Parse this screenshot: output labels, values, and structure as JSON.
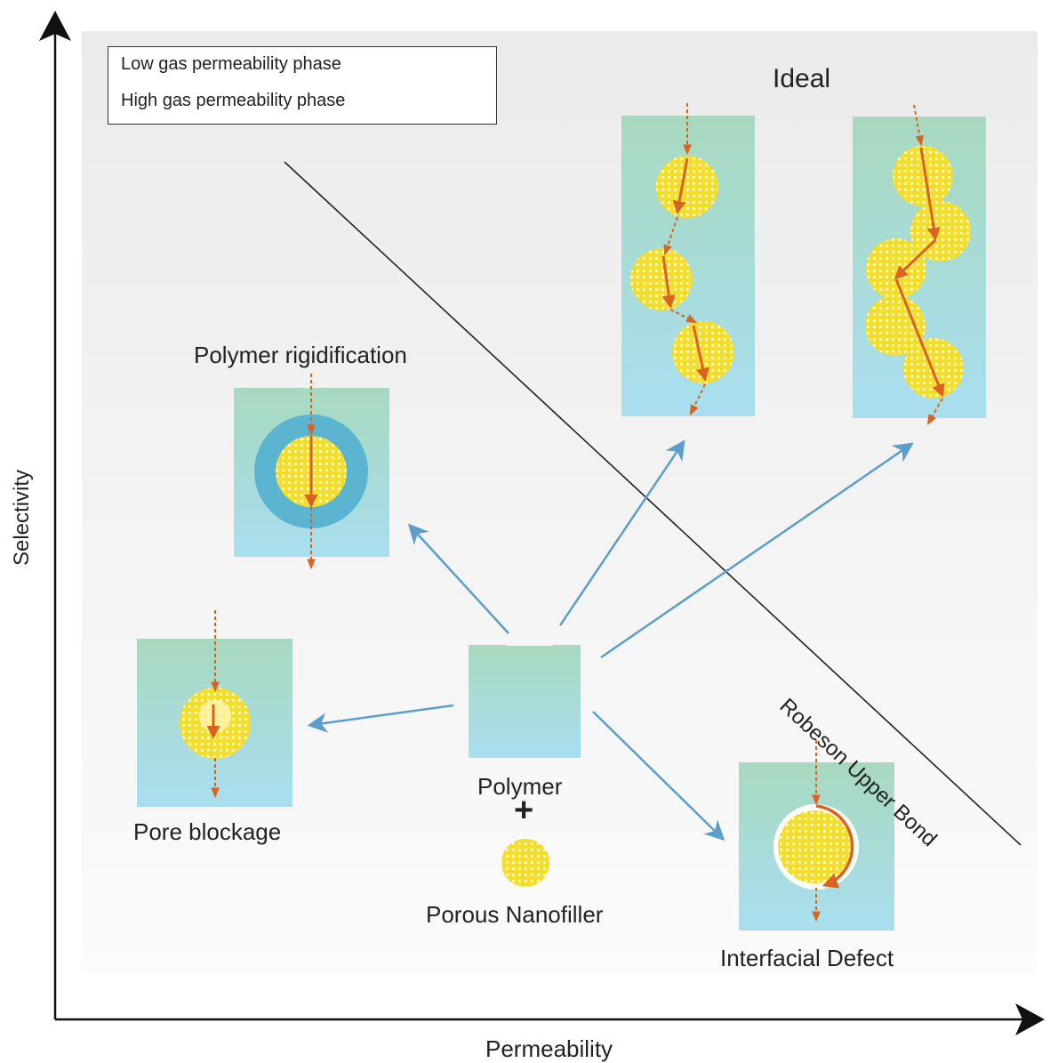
{
  "axes": {
    "x_label": "Permeability",
    "y_label": "Selectivity"
  },
  "legend": {
    "items": [
      {
        "label": "Low gas permeability phase",
        "style": "dashed"
      },
      {
        "label": "High gas permeability phase",
        "style": "solid"
      }
    ]
  },
  "boundary_line": {
    "label": "Robeson Upper Bond"
  },
  "nodes": {
    "center": {
      "polymer_label": "Polymer",
      "plus_sign": "+",
      "filler_label": "Porous Nanofiller"
    },
    "ideal": {
      "label": "Ideal"
    },
    "polymer_rigidification": {
      "label": "Polymer rigidification"
    },
    "pore_blockage": {
      "label": "Pore blockage"
    },
    "interfacial_defect": {
      "label": "Interfacial Defect"
    }
  },
  "colors": {
    "polymer_top": "#a8d9bf",
    "polymer_bottom": "#a9def0",
    "filler": "#f3de2c",
    "arrow_flux": "#d9641f",
    "arrow_relation": "#5a9ec9",
    "rigid_shell": "#5bb4d0",
    "axis": "#111111",
    "background_gray": "#ececec"
  }
}
